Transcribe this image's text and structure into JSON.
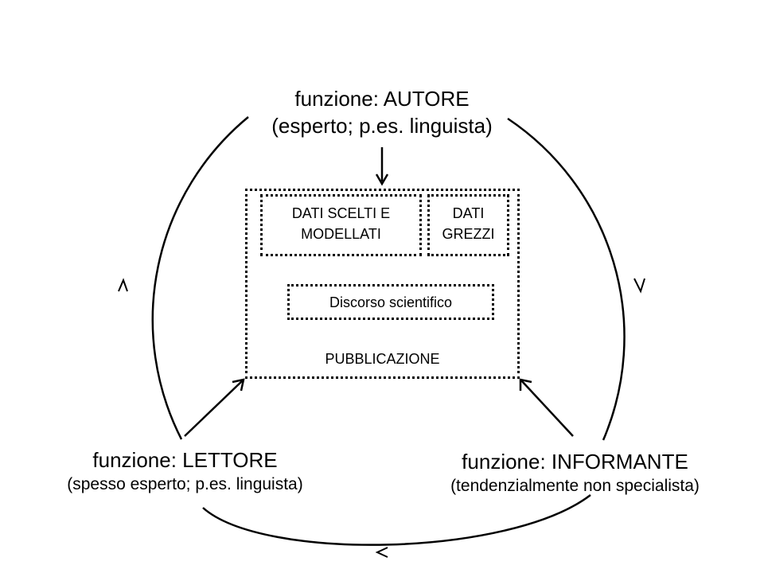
{
  "author": {
    "title": "funzione: AUTORE",
    "subtitle": "(esperto; p.es. linguista)"
  },
  "reader": {
    "title": "funzione: LETTORE",
    "subtitle": "(spesso esperto; p.es. linguista)"
  },
  "informant": {
    "title": "funzione: INFORMANTE",
    "subtitle": "(tendenzialmente non specialista)"
  },
  "publication": {
    "label": "PUBBLICAZIONE",
    "chosen_data_line1": "DATI SCELTI E",
    "chosen_data_line2": "MODELLATI",
    "raw_data_line1": "DATI",
    "raw_data_line2": "GREZZI",
    "discourse": "Discorso scientifico"
  }
}
